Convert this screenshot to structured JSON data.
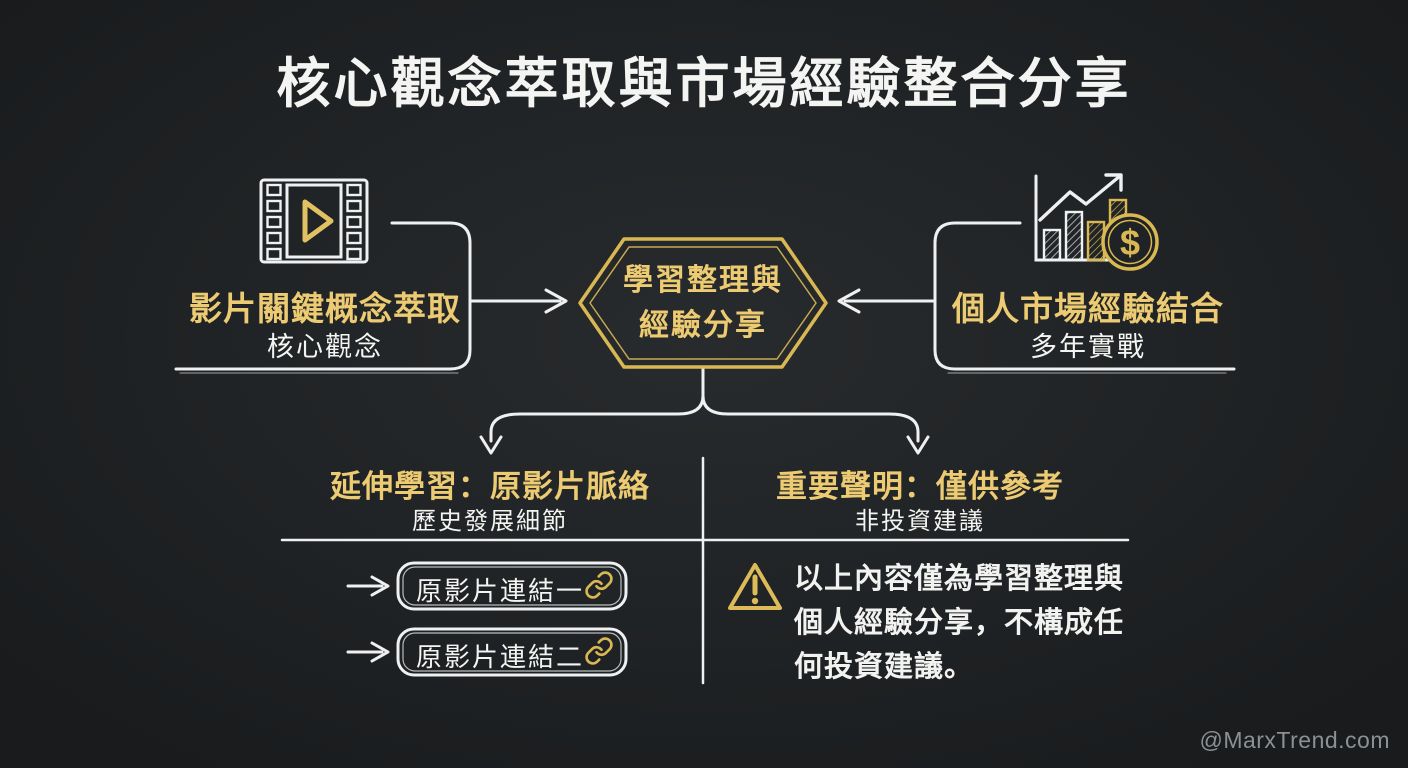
{
  "title": "核心觀念萃取與市場經驗整合分享",
  "watermark": "@MarxTrend.com",
  "colors": {
    "background": "#202325",
    "accent_yellow": "#eccb72",
    "gold_stroke": "#d9b853",
    "line_white": "#eef0f1",
    "text_white": "#f4f5f2",
    "watermark_gray": "#8b9095"
  },
  "left_source": {
    "icon": "film-strip-play-icon",
    "title": "影片關鍵概念萃取",
    "subtitle": "核心觀念"
  },
  "center_node": {
    "shape": "hexagon",
    "line1": "學習整理與",
    "line2": "經驗分享"
  },
  "right_source": {
    "icon": "bar-chart-dollar-icon",
    "coin_symbol": "$",
    "title": "個人市場經驗結合",
    "subtitle": "多年實戰"
  },
  "left_branch": {
    "title": "延伸學習：原影片脈絡",
    "subtitle": "歷史發展細節",
    "links": [
      {
        "label": "原影片連結一",
        "icon": "link-icon"
      },
      {
        "label": "原影片連結二",
        "icon": "link-icon"
      }
    ]
  },
  "right_branch": {
    "title": "重要聲明：僅供參考",
    "subtitle": "非投資建議",
    "warning_icon": "warning-triangle-icon",
    "disclaimer": "以上內容僅為學習整理與個人經驗分享，不構成任何投資建議。"
  }
}
